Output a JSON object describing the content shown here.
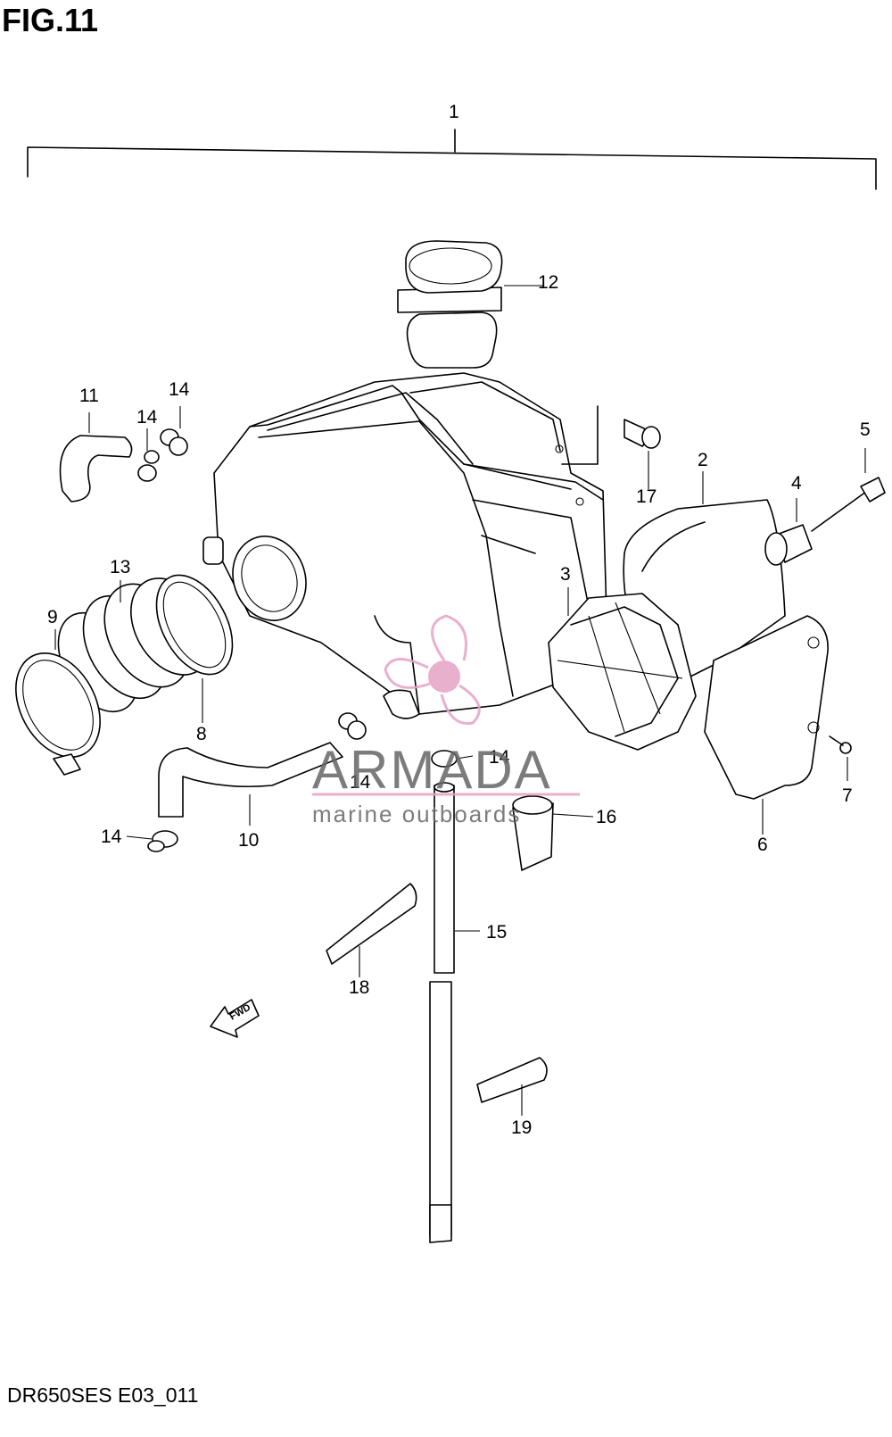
{
  "figure_title": "FIG.11",
  "footer_code": "DR650SES E03_011",
  "fwd_marker": "FWD",
  "watermark": {
    "brand": "ARMADA",
    "tagline": "marine outboards",
    "accent_color": "#e6a3c6"
  },
  "callouts": [
    {
      "id": "1",
      "text": "1"
    },
    {
      "id": "2",
      "text": "2"
    },
    {
      "id": "3",
      "text": "3"
    },
    {
      "id": "4",
      "text": "4"
    },
    {
      "id": "5",
      "text": "5"
    },
    {
      "id": "6",
      "text": "6"
    },
    {
      "id": "7",
      "text": "7"
    },
    {
      "id": "8",
      "text": "8"
    },
    {
      "id": "9",
      "text": "9"
    },
    {
      "id": "10",
      "text": "10"
    },
    {
      "id": "11",
      "text": "11"
    },
    {
      "id": "12",
      "text": "12"
    },
    {
      "id": "13",
      "text": "13"
    },
    {
      "id": "14a",
      "text": "14"
    },
    {
      "id": "14b",
      "text": "14"
    },
    {
      "id": "14c",
      "text": "14"
    },
    {
      "id": "14d",
      "text": "14"
    },
    {
      "id": "14e",
      "text": "14"
    },
    {
      "id": "15",
      "text": "15"
    },
    {
      "id": "16",
      "text": "16"
    },
    {
      "id": "17",
      "text": "17"
    },
    {
      "id": "18",
      "text": "18"
    },
    {
      "id": "19",
      "text": "19"
    }
  ]
}
